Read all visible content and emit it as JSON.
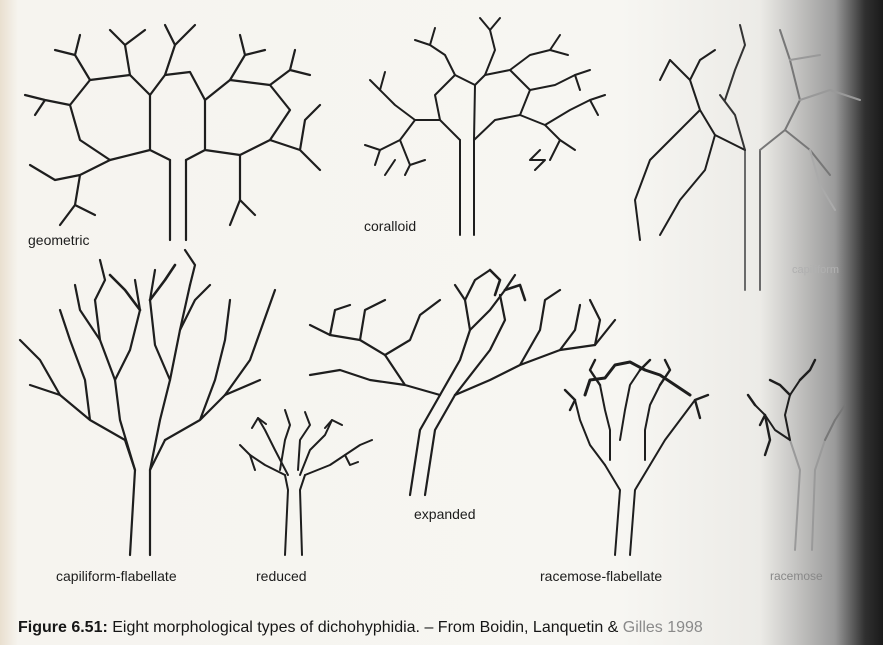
{
  "figure": {
    "types": [
      {
        "id": "geometric",
        "label": "geometric"
      },
      {
        "id": "coralloid",
        "label": "coralloid"
      },
      {
        "id": "capiliform",
        "label": "capiliform"
      },
      {
        "id": "capiliform-flabellate",
        "label": "capiliform-flabellate"
      },
      {
        "id": "reduced",
        "label": "reduced"
      },
      {
        "id": "expanded",
        "label": "expanded"
      },
      {
        "id": "racemose-flabellate",
        "label": "racemose-flabellate"
      },
      {
        "id": "racemose",
        "label": "racemose"
      }
    ],
    "caption": {
      "number": "Figure 6.51:",
      "text": " Eight morphological types of dichohyphidia. – From Boidin, Lanquetin & ",
      "faded_tail": "Gilles 1998"
    }
  }
}
